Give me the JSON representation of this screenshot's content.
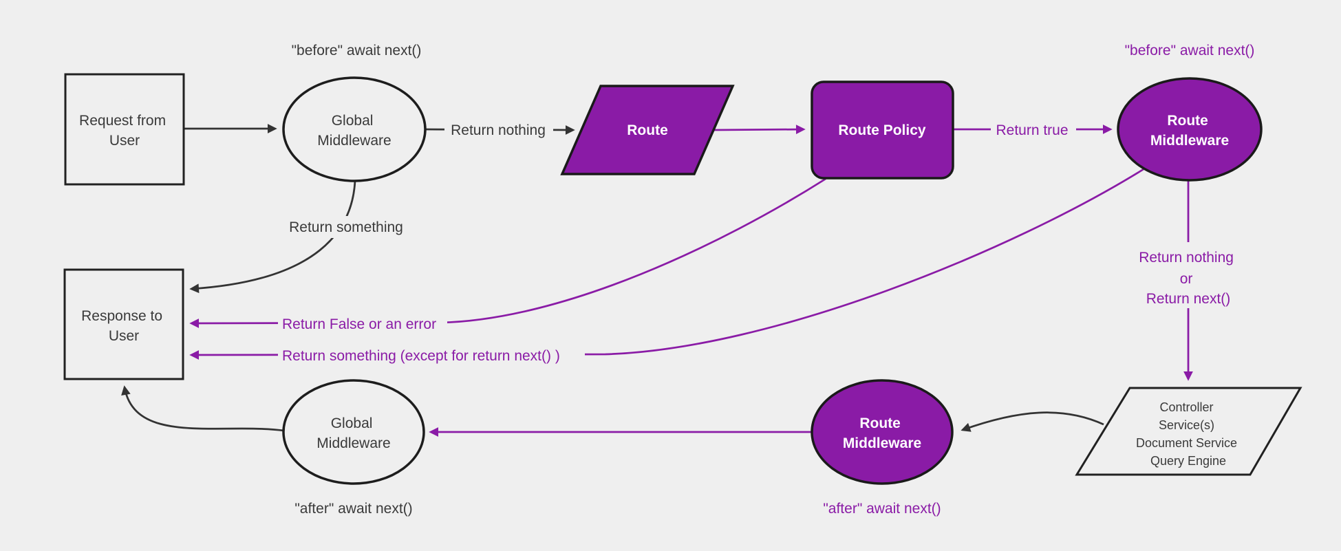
{
  "colors": {
    "background": "#efefef",
    "purple": "#8a1ba6",
    "dark": "#333333"
  },
  "nodes": {
    "request_user": {
      "lines": [
        "Request from",
        "User"
      ]
    },
    "global_middleware_top": {
      "lines": [
        "Global",
        "Middleware"
      ]
    },
    "route": {
      "label": "Route"
    },
    "route_policy": {
      "label": "Route Policy"
    },
    "route_middleware_top": {
      "lines": [
        "Route",
        "Middleware"
      ]
    },
    "core_layers": {
      "lines": [
        "Controller",
        "Service(s)",
        "Document Service",
        "Query Engine"
      ]
    },
    "route_middleware_bottom": {
      "lines": [
        "Route",
        "Middleware"
      ]
    },
    "global_middleware_bottom": {
      "lines": [
        "Global",
        "Middleware"
      ]
    },
    "response_user": {
      "lines": [
        "Response to",
        "User"
      ]
    }
  },
  "edge_labels": {
    "before_await_next_global": "\"before\" await next()",
    "return_nothing": "Return nothing",
    "return_true": "Return true",
    "before_await_next_route": "\"before\" await next()",
    "return_something": "Return something",
    "return_nothing_or_next": {
      "lines": [
        "Return nothing",
        "or",
        "Return next()"
      ]
    },
    "return_false_or_error": "Return False or an error",
    "return_something_except": "Return something (except for return next() )",
    "after_await_next_route": "\"after\" await next()",
    "after_await_next_global": "\"after\" await next()"
  }
}
